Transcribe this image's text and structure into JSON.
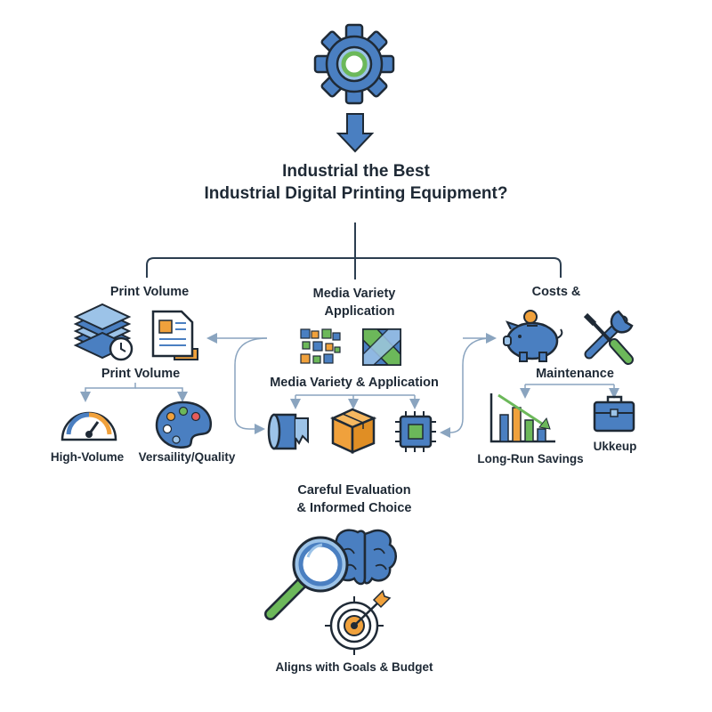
{
  "title": {
    "line1": "Industrial the Best",
    "line2": "Industrial Digital Printing Equipment?"
  },
  "branches": {
    "print_volume": {
      "heading": "Print Volume",
      "sublabel": "Print Volume",
      "children": [
        "High-Volume",
        "Versaility/Quality"
      ]
    },
    "media": {
      "heading_line1": "Media Variety",
      "heading_line2": "Application",
      "sublabel": "Media Variety & Application"
    },
    "costs": {
      "heading": "Costs &",
      "sublabel": "Maintenance",
      "children": [
        "Long-Run Savings",
        "Ukkeup"
      ]
    }
  },
  "conclusion": {
    "line1": "Careful Evaluation",
    "line2": "& Informed Choice",
    "footer": "Aligns with Goals & Budget"
  },
  "icons": {
    "top": "gear-icon",
    "arrow": "down-arrow-icon",
    "print_volume": [
      "paper-stack-clock-icon",
      "document-icon",
      "gauge-icon",
      "palette-icon"
    ],
    "media": [
      "qr-code-icon",
      "diagonal-tile-icon",
      "paper-roll-icon",
      "box-icon",
      "chip-icon"
    ],
    "costs": [
      "piggy-bank-icon",
      "wrench-screwdriver-icon",
      "declining-chart-icon",
      "toolbox-icon"
    ],
    "conclusion": [
      "magnifier-icon",
      "brain-icon",
      "target-icon"
    ]
  },
  "colors": {
    "primary_blue": "#4a7fc1",
    "light_blue": "#9cc3e8",
    "green": "#6cb85a",
    "orange": "#f0a13c",
    "outline": "#1f2a36"
  }
}
